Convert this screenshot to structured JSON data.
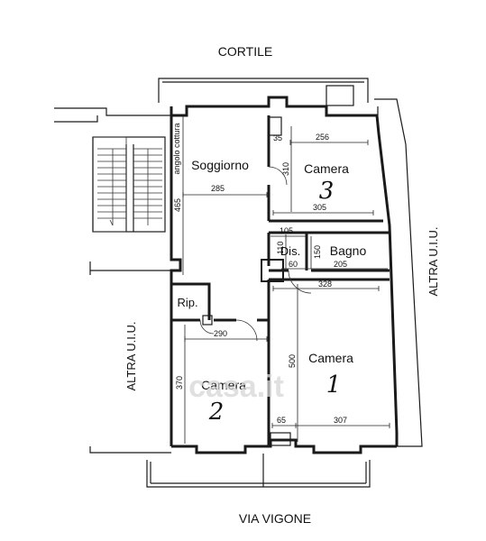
{
  "labels": {
    "courtyard": "CORTILE",
    "street": "VIA VIGONE",
    "neighbor_right": "ALTRA U.I.U.",
    "neighbor_left": "ALTRA U.I.U.",
    "kitchen_corner": "angolo cottura"
  },
  "rooms": {
    "living": "Soggiorno",
    "camera3": "Camera",
    "camera3_num": "3",
    "hall": "Dis.",
    "bath": "Bagno",
    "storage": "Rip.",
    "camera1": "Camera",
    "camera1_num": "1",
    "camera2": "Camera",
    "camera2_num": "2"
  },
  "dimensions": {
    "d35": "35",
    "d256": "256",
    "d310": "310",
    "d305": "305",
    "d285": "285",
    "d465": "465",
    "d105": "105",
    "d110": "110",
    "d150": "150",
    "d60": "60",
    "d205": "205",
    "d328": "328",
    "d290": "290",
    "d500": "500",
    "d370": "370",
    "d65": "65",
    "d307": "307"
  },
  "watermark": "casa.it"
}
